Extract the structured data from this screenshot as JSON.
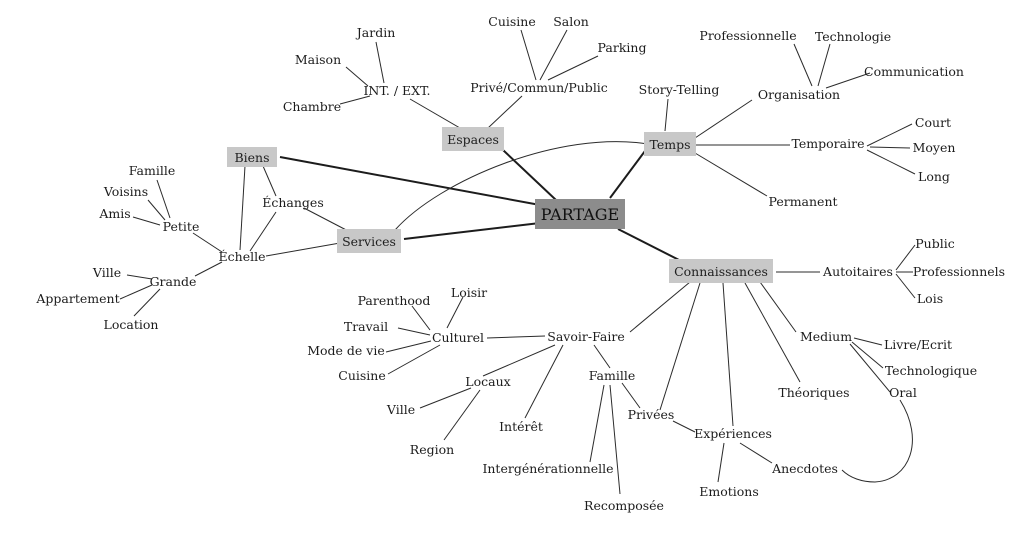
{
  "diagram": {
    "root": "PARTAGE",
    "primary": {
      "biens": "Biens",
      "espaces": "Espaces",
      "services": "Services",
      "temps": "Temps",
      "connaissances": "Connaissances"
    },
    "espaces": {
      "int_ext": "INT. / EXT.",
      "jardin": "Jardin",
      "maison": "Maison",
      "chambre": "Chambre",
      "prive": "Privé/Commun/Public",
      "cuisine": "Cuisine",
      "salon": "Salon",
      "parking": "Parking"
    },
    "temps": {
      "story": "Story-Telling",
      "organisation": "Organisation",
      "professionnelle": "Professionnelle",
      "technologie": "Technologie",
      "communication": "Communication",
      "temporaire": "Temporaire",
      "court": "Court",
      "moyen": "Moyen",
      "long": "Long",
      "permanent": "Permanent"
    },
    "biens": {
      "echanges": "Échanges",
      "echelle": "Échelle",
      "petite": "Petite",
      "famille": "Famille",
      "voisins": "Voisins",
      "amis": "Amis",
      "grande": "Grande",
      "ville": "Ville",
      "appartement": "Appartement",
      "location": "Location"
    },
    "connaissances": {
      "autoitaires": "Autoitaires",
      "public": "Public",
      "professionnels": "Professionnels",
      "lois": "Lois",
      "medium": "Medium",
      "livre": "Livre/Ecrit",
      "technologique": "Technologique",
      "oral": "Oral",
      "theoriques": "Théoriques",
      "experiences": "Expériences",
      "anecdotes": "Anecdotes",
      "emotions": "Emotions",
      "privees": "Privées",
      "savoir_faire": "Savoir-Faire",
      "culturel": "Culturel",
      "parenthood": "Parenthood",
      "loisir": "Loisir",
      "travail": "Travail",
      "mode_de_vie": "Mode de vie",
      "cuisine": "Cuisine",
      "locaux": "Locaux",
      "ville": "Ville",
      "region": "Region",
      "interet": "Intérêt",
      "famille": "Famille",
      "intergenerationnelle": "Intergénérationnelle",
      "recomposee": "Recomposée"
    }
  }
}
